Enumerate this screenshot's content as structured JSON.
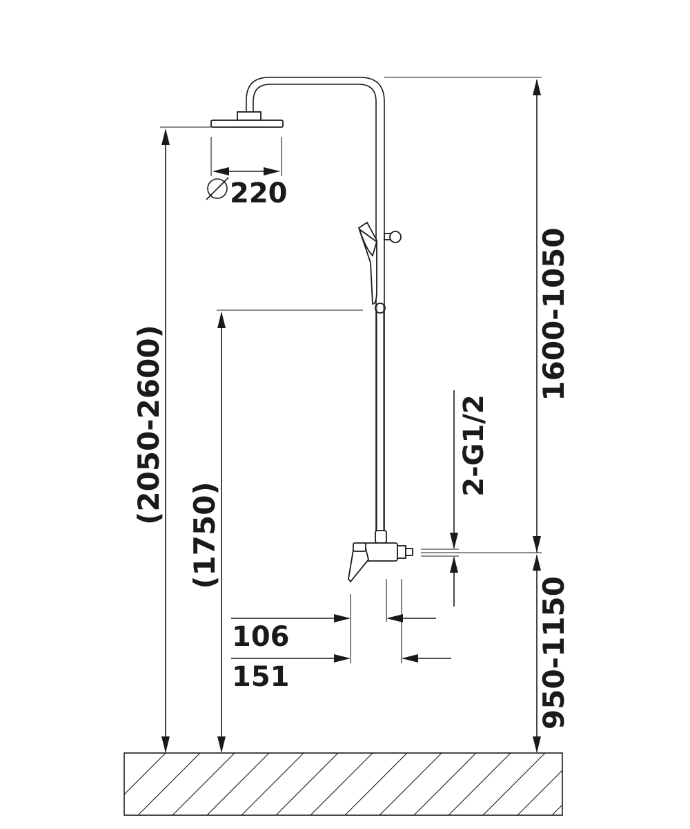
{
  "dimensions": {
    "head_diameter": "220",
    "total_height": "(2050-2600)",
    "handshower_height": "(1750)",
    "column_height": "1600-1050",
    "inlet": "2-G1/2",
    "mixer_height": "950-1150",
    "projection_a": "106",
    "projection_b": "151"
  }
}
